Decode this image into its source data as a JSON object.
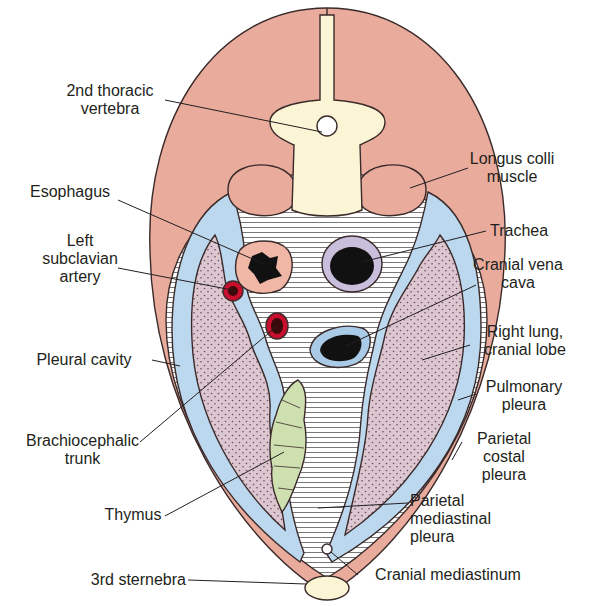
{
  "diagram": {
    "labels": [
      "2nd thoracic vertebra",
      "Longus colli muscle",
      "Esophagus",
      "Trachea",
      "Left subclavian artery",
      "Cranial vena cava",
      "Right lung, cranial lobe",
      "Pleural cavity",
      "Pulmonary pleura",
      "Brachiocephalic trunk",
      "Parietal costal pleura",
      "Thymus",
      "Parietal mediastinal pleura",
      "3rd sternebra",
      "Cranial mediastinum"
    ]
  }
}
